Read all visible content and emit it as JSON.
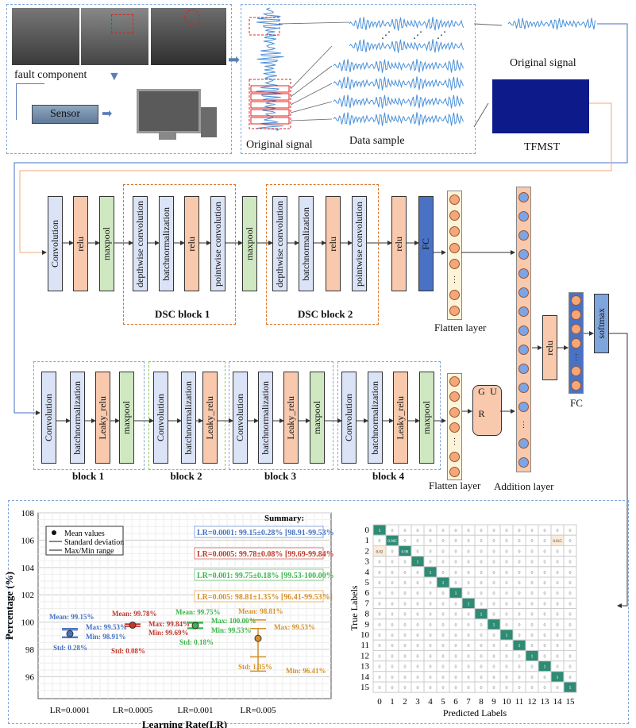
{
  "acquisition": {
    "fault_component": "fault component",
    "sensor": "Sensor"
  },
  "signal": {
    "original_signal": "Original signal",
    "data_sample": "Data sample",
    "right_original_signal": "Original signal",
    "tfmst": "TFMST"
  },
  "branch1": {
    "blocks": [
      "Convolution",
      "relu",
      "maxpool",
      "depthwise convolution",
      "batchnormalization",
      "relu",
      "pointwise convolution",
      "maxpool",
      "depthwise convolution",
      "batchnormalization",
      "relu",
      "pointwise convolution",
      "relu",
      "FC"
    ],
    "groups": [
      "DSC block 1",
      "DSC block 2"
    ],
    "flatten": "Flatten layer"
  },
  "branch2": {
    "blocks": [
      "Convolution",
      "batchnormalization",
      "Leaky_relu",
      "maxpool",
      "Convolution",
      "batchnormalization",
      "Leaky_relu",
      "Convolution",
      "batchnormalization",
      "Leaky_relu",
      "maxpool",
      "Convolution",
      "batchnormalization",
      "Leaky_relu",
      "maxpool"
    ],
    "groups": [
      "block 1",
      "block 2",
      "block 3",
      "block 4"
    ],
    "flatten": "Flatten layer",
    "gru": "G R U"
  },
  "fusion": {
    "addition": "Addition layer",
    "relu": "relu",
    "fc": "FC",
    "softmax": "softmax"
  },
  "colors": {
    "blue": "#4472c4",
    "red": "#c0392b",
    "green": "#3cb44b",
    "orange": "#d4902a",
    "teal": "#2e8b74",
    "signal": "#4a90d9"
  },
  "chart_data": [
    {
      "type": "scatter",
      "xlabel": "Learning Rate(LR)",
      "ylabel": "Percentage (%)",
      "categories": [
        "LR=0.0001",
        "LR=0.0005",
        "LR=0.001",
        "LR=0.005"
      ],
      "ylim": [
        94.4,
        108
      ],
      "yticks": [
        "96",
        "98",
        "100",
        "102",
        "104",
        "106",
        "108"
      ],
      "grid": true,
      "legend": {
        "placement": "top-left",
        "items": [
          "Mean values",
          "Standard deviation",
          "Max/Min range"
        ]
      },
      "summary_title": "Summary:",
      "series": [
        {
          "mean": 99.15,
          "std": 0.28,
          "max": 99.53,
          "min": 98.91,
          "color": "#4472c4",
          "mean_label": "Mean: 99.15%",
          "max_label": "Max: 99.53%",
          "min_label": "Min: 98.91%",
          "std_label": "Std: 0.28%",
          "summary": "LR=0.0001: 99.15±0.28% [98.91-99.53%]"
        },
        {
          "mean": 99.78,
          "std": 0.08,
          "max": 99.84,
          "min": 99.69,
          "color": "#c0392b",
          "mean_label": "Mean: 99.78%",
          "max_label": "Max: 99.84%",
          "min_label": "Min: 99.69%",
          "std_label": "Std: 0.08%",
          "summary": "LR=0.0005: 99.78±0.08% [99.69-99.84%]"
        },
        {
          "mean": 99.75,
          "std": 0.18,
          "max": 100.0,
          "min": 99.53,
          "color": "#3cb44b",
          "mean_label": "Mean: 99.75%",
          "max_label": "Max: 100.00%",
          "min_label": "Min: 99.53%",
          "std_label": "Std: 0.18%",
          "summary": "LR=0.001: 99.75±0.18% [99.53-100.00%]"
        },
        {
          "mean": 98.81,
          "std": 1.35,
          "max": 99.53,
          "min": 96.41,
          "color": "#d4902a",
          "mean_label": "Mean: 98.81%",
          "max_label": "Max: 99.53%",
          "min_label": "Min: 96.41%",
          "std_label": "Std: 1.35%",
          "summary": "LR=0.005: 98.81±1.35% [96.41-99.53%]"
        }
      ]
    },
    {
      "type": "heatmap",
      "xlabel": "Predicted Labels",
      "ylabel": "True Labels",
      "labels": [
        "0",
        "1",
        "2",
        "3",
        "4",
        "5",
        "6",
        "7",
        "8",
        "9",
        "10",
        "11",
        "12",
        "13",
        "14",
        "15"
      ],
      "diagonal": [
        "1",
        "0.985",
        "0.98",
        "1",
        "1",
        "1",
        "1",
        "1",
        "1",
        "1",
        "1",
        "1",
        "1",
        "1",
        "1",
        "1"
      ],
      "off_diagonal": [
        {
          "row": 1,
          "col": 14,
          "value": "0.015"
        },
        {
          "row": 2,
          "col": 0,
          "value": "0.02"
        }
      ],
      "zero": "0"
    }
  ]
}
